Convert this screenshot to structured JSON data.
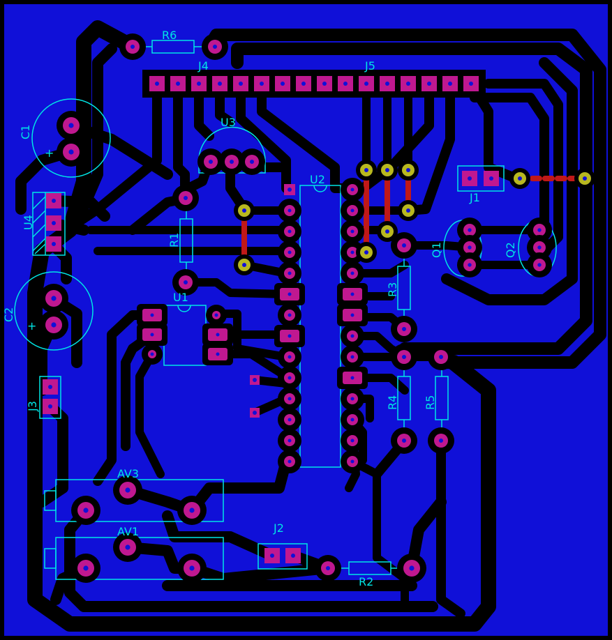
{
  "colors": {
    "board": "#000000",
    "copper_pour": "#1010d8",
    "trace": "#000000",
    "pad": "#c01890",
    "pad_hole": "#1010d8",
    "silkscreen": "#00e5e5",
    "jumper": "#c01818",
    "via": "#b8b820"
  },
  "labels": {
    "R6": "R6",
    "J4": "J4",
    "J5": "J5",
    "C1": "C1",
    "U3": "U3",
    "U2": "U2",
    "J1": "J1",
    "U4": "U4",
    "R1": "R1",
    "Q1": "Q1",
    "Q2": "Q2",
    "R3": "R3",
    "C2": "C2",
    "U1": "U1",
    "J3": "J3",
    "R4": "R4",
    "R5": "R5",
    "AV3": "AV3",
    "AV1": "AV1",
    "J2": "J2",
    "R2": "R2",
    "plus_c1": "+",
    "plus_c2": "+"
  }
}
